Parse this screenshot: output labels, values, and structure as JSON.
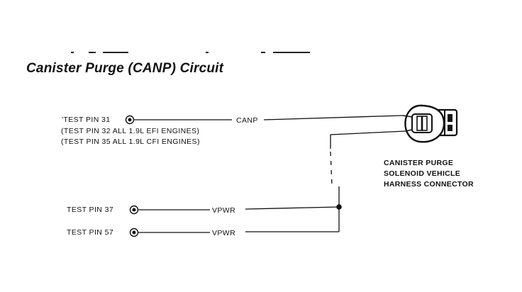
{
  "title": "Canister Purge (CANP) Circuit",
  "colors": {
    "ink": "#111111",
    "background": "#ffffff"
  },
  "pins": {
    "pin31": {
      "label": "TEST PIN 31",
      "notes": [
        "(TEST PIN 32 ALL 1.9L EFI ENGINES)",
        "(TEST PIN 35 ALL 1.9L CFI ENGINES)"
      ]
    },
    "pin37": {
      "label": "TEST PIN 37"
    },
    "pin57": {
      "label": "TEST PIN 57"
    }
  },
  "wires": {
    "canp": "CANP",
    "vpwr_37": "VPWR",
    "vpwr_57": "VPWR"
  },
  "connector": {
    "label_lines": [
      "CANISTER PURGE",
      "SOLENOID VEHICLE",
      "HARNESS CONNECTOR"
    ]
  }
}
